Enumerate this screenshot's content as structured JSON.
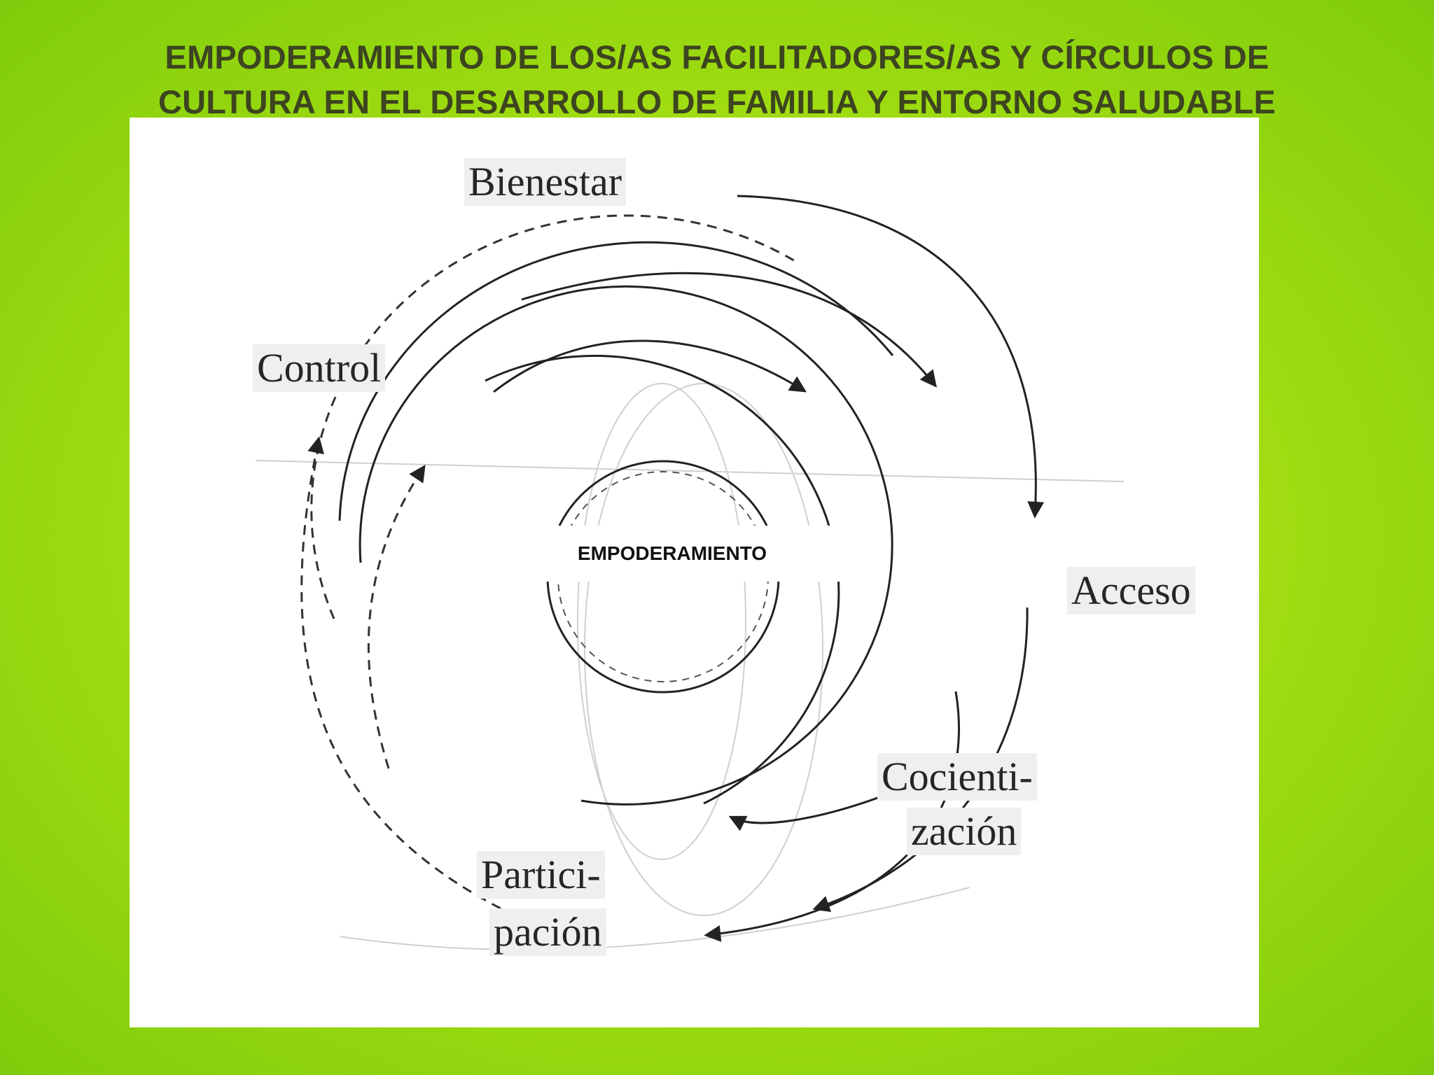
{
  "title": {
    "line1": "EMPODERAMIENTO DE LOS/AS FACILITADORES/AS Y CÍRCULOS DE",
    "line2": "CULTURA EN EL DESARROLLO DE FAMILIA Y ENTORNO SALUDABLE"
  },
  "diagram": {
    "center_label": "EMPODERAMIENTO",
    "labels": {
      "bienestar": "Bienestar",
      "control": "Control",
      "acceso": "Acceso",
      "concientizacion_1": "Cocienti-",
      "concientizacion_2": "zación",
      "participacion_1": "Partici-",
      "participacion_2": "pación"
    }
  },
  "colors": {
    "background": "#a8e012",
    "title_text": "#3c4420",
    "panel": "#ffffff",
    "ink": "#222222"
  }
}
